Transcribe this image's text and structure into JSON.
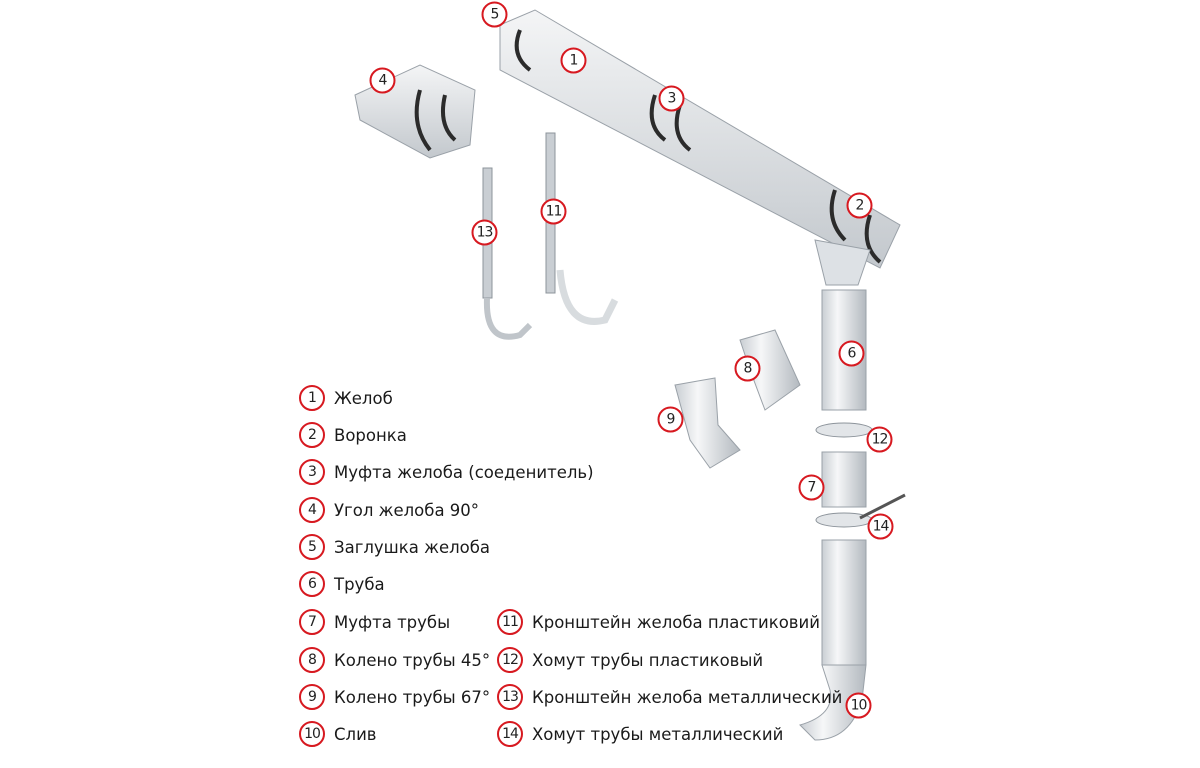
{
  "legend": [
    {
      "num": "1",
      "label": "Желоб"
    },
    {
      "num": "2",
      "label": "Воронка"
    },
    {
      "num": "3",
      "label": "Муфта желоба (соеденитель)"
    },
    {
      "num": "4",
      "label": "Угол желоба 90°"
    },
    {
      "num": "5",
      "label": "Заглушка желоба"
    },
    {
      "num": "6",
      "label": "Труба"
    },
    {
      "num": "7",
      "label": "Муфта трубы"
    },
    {
      "num": "8",
      "label": "Колено трубы 45°"
    },
    {
      "num": "9",
      "label": "Колено трубы 67°"
    },
    {
      "num": "10",
      "label": "Слив"
    },
    {
      "num": "11",
      "label": "Кронштейн желоба пластиковий"
    },
    {
      "num": "12",
      "label": "Хомут трубы пластиковый"
    },
    {
      "num": "13",
      "label": "Кронштейн желоба металлический"
    },
    {
      "num": "14",
      "label": "Хомут трубы металлический"
    }
  ],
  "callouts": [
    "1",
    "2",
    "3",
    "4",
    "5",
    "6",
    "7",
    "8",
    "9",
    "10",
    "11",
    "12",
    "13",
    "14"
  ],
  "colors": {
    "accent": "#d71920",
    "part": "#e9ecef",
    "shade": "#b9bec4",
    "dark": "#2b2b2b"
  }
}
